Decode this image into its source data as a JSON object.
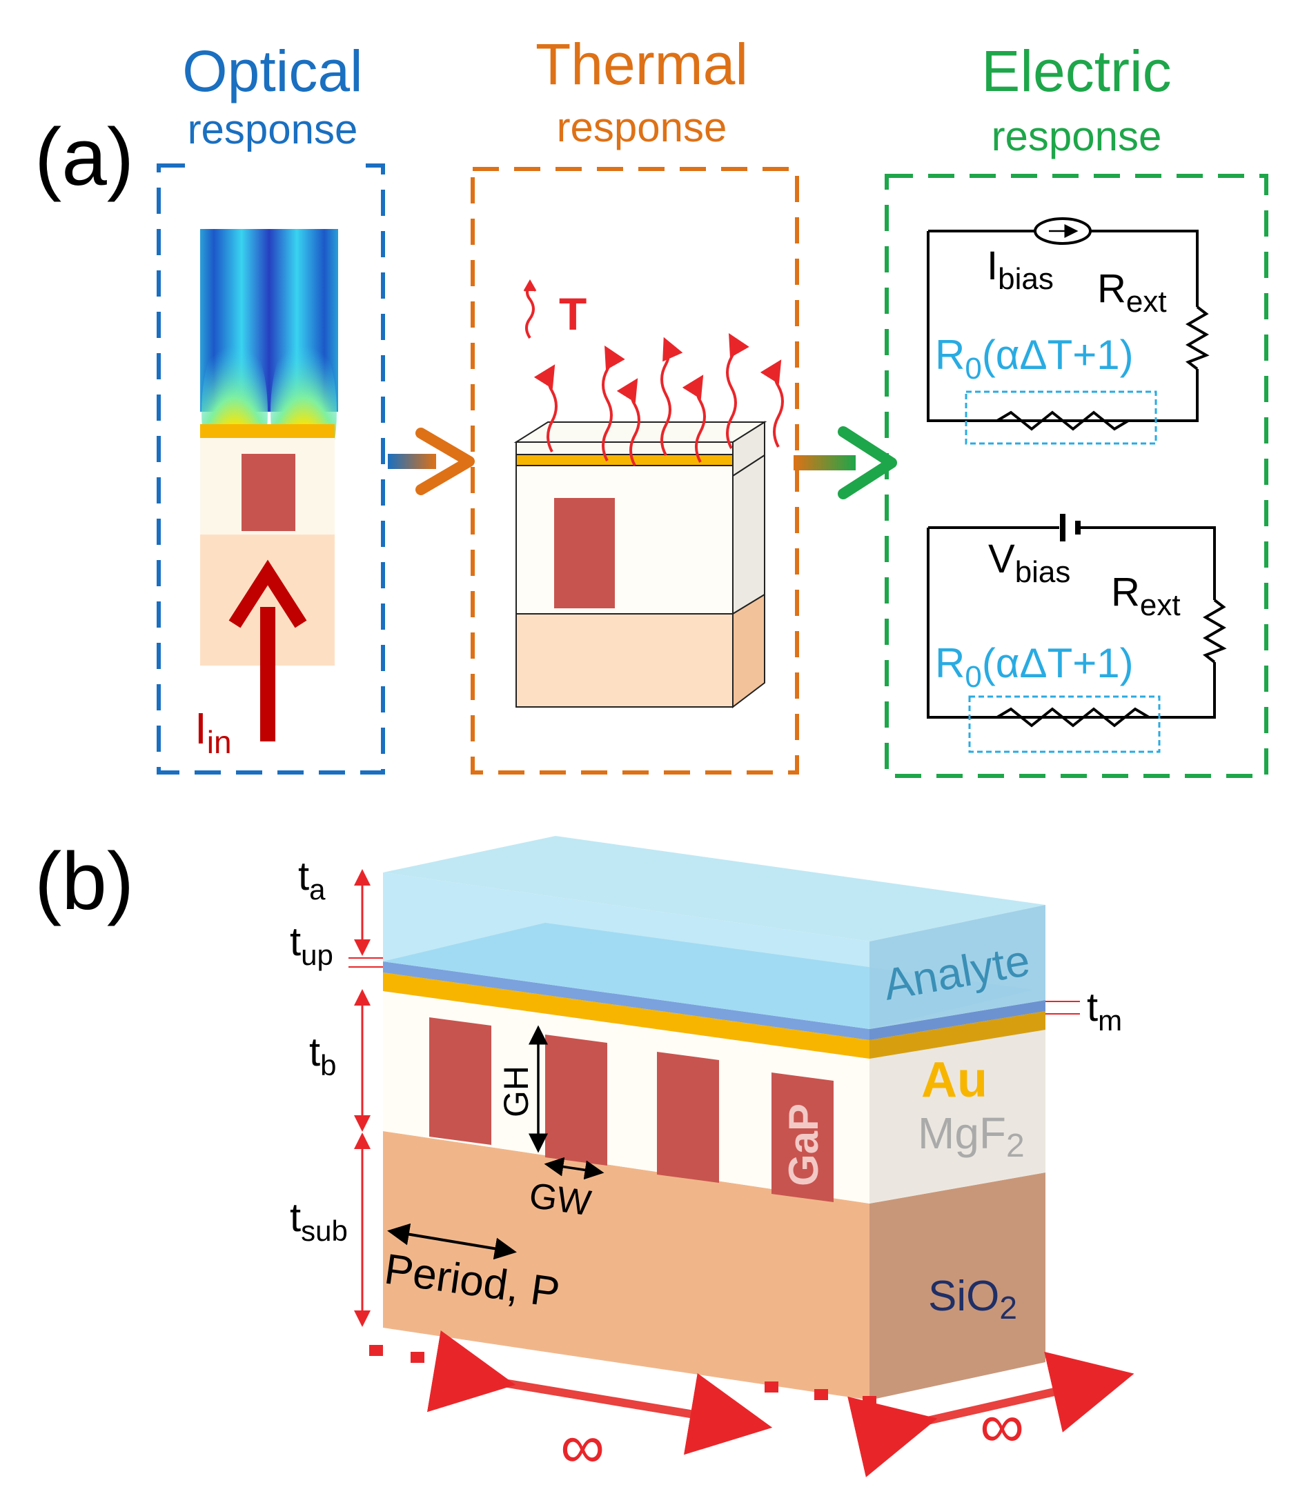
{
  "panel_a": {
    "label": "(a)",
    "optical": {
      "title": "Optical",
      "subtitle": "response",
      "input_label": "I",
      "input_sub": "in"
    },
    "thermal": {
      "title": "Thermal",
      "subtitle": "response",
      "temp_label": "T"
    },
    "electric": {
      "title": "Electric",
      "subtitle": "response",
      "circuit1": {
        "source_label": "I",
        "source_sub": "bias",
        "rext_label": "R",
        "rext_sub": "ext",
        "r0_label": "R",
        "r0_sub": "0",
        "r0_expr": "(αΔT+1)"
      },
      "circuit2": {
        "source_label": "V",
        "source_sub": "bias",
        "rext_label": "R",
        "rext_sub": "ext",
        "r0_label": "R",
        "r0_sub": "0",
        "r0_expr": "(αΔT+1)"
      }
    }
  },
  "panel_b": {
    "label": "(b)",
    "layers": {
      "analyte": "Analyte",
      "au": "Au",
      "mgf2_main": "MgF",
      "mgf2_sub": "2",
      "gap": "GaP",
      "sio2_main": "SiO",
      "sio2_sub": "2"
    },
    "dims": {
      "ta": "t",
      "ta_sub": "a",
      "tup": "t",
      "tup_sub": "up",
      "tb": "t",
      "tb_sub": "b",
      "tsub": "t",
      "tsub_sub": "sub",
      "tm": "t",
      "tm_sub": "m",
      "gh": "GH",
      "gw": "GW",
      "period": "Period, P"
    },
    "infinity_left": "∞",
    "infinity_right": "∞"
  },
  "colors": {
    "optical_blue": "#1a6fc0",
    "thermal_orange": "#de7116",
    "electric_green": "#1ea64a",
    "light_blue": "#29abe2",
    "gap_red": "#c8544f",
    "gold": "#f7b500",
    "arrow_red": "#e8413e",
    "input_red": "#c00000"
  }
}
